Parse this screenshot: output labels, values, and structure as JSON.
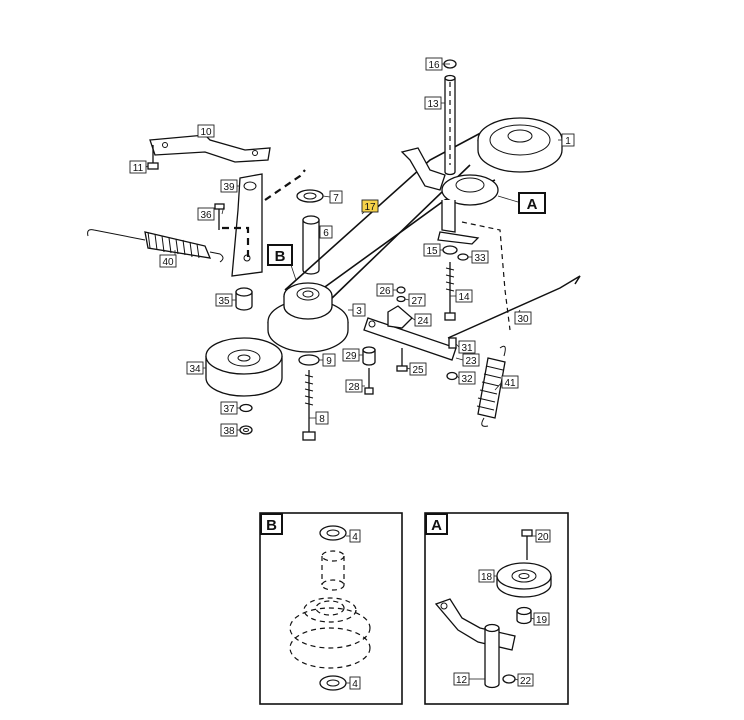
{
  "main_labels": [
    {
      "id": "p1",
      "text": "1"
    },
    {
      "id": "p3",
      "text": "3"
    },
    {
      "id": "p6",
      "text": "6"
    },
    {
      "id": "p7",
      "text": "7"
    },
    {
      "id": "p8",
      "text": "8"
    },
    {
      "id": "p9",
      "text": "9"
    },
    {
      "id": "p10",
      "text": "10"
    },
    {
      "id": "p11",
      "text": "11"
    },
    {
      "id": "p13",
      "text": "13"
    },
    {
      "id": "p14",
      "text": "14"
    },
    {
      "id": "p15",
      "text": "15"
    },
    {
      "id": "p16",
      "text": "16"
    },
    {
      "id": "p17",
      "text": "17"
    },
    {
      "id": "p23",
      "text": "23"
    },
    {
      "id": "p24",
      "text": "24"
    },
    {
      "id": "p25",
      "text": "25"
    },
    {
      "id": "p26",
      "text": "26"
    },
    {
      "id": "p27",
      "text": "27"
    },
    {
      "id": "p28",
      "text": "28"
    },
    {
      "id": "p29",
      "text": "29"
    },
    {
      "id": "p30",
      "text": "30"
    },
    {
      "id": "p31",
      "text": "31"
    },
    {
      "id": "p32",
      "text": "32"
    },
    {
      "id": "p33",
      "text": "33"
    },
    {
      "id": "p34",
      "text": "34"
    },
    {
      "id": "p35",
      "text": "35"
    },
    {
      "id": "p36",
      "text": "36"
    },
    {
      "id": "p37",
      "text": "37"
    },
    {
      "id": "p38",
      "text": "38"
    },
    {
      "id": "p39",
      "text": "39"
    },
    {
      "id": "p40",
      "text": "40"
    },
    {
      "id": "p41",
      "text": "41"
    }
  ],
  "callouts": {
    "a": "A",
    "b": "B"
  },
  "inset_b": {
    "letter": "B",
    "labels": {
      "top": "4",
      "bottom": "4"
    }
  },
  "inset_a": {
    "letter": "A",
    "labels": {
      "p12": "12",
      "p18": "18",
      "p19": "19",
      "p20": "20",
      "p22": "22"
    }
  },
  "colors": {
    "highlight": "#f6d24a",
    "line": "#111111"
  }
}
